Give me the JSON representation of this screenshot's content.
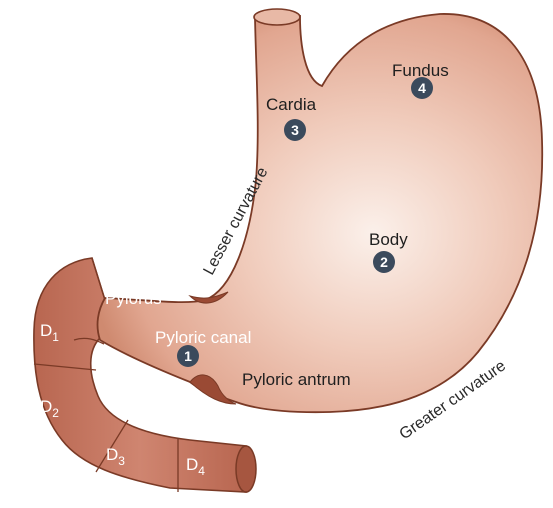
{
  "diagram": {
    "labels": {
      "fundus": "Fundus",
      "cardia": "Cardia",
      "body": "Body",
      "pylorus": "Pylorus",
      "pyloric_canal": "Pyloric canal",
      "pyloric_antrum": "Pyloric antrum",
      "lesser_curvature": "Lesser curvature",
      "greater_curvature": "Greater curvature"
    },
    "markers": {
      "m1": "1",
      "m2": "2",
      "m3": "3",
      "m4": "4"
    },
    "duodenum": {
      "d_letter": "D",
      "d1": "1",
      "d2": "2",
      "d3": "3",
      "d4": "4"
    },
    "colors": {
      "stomach_light": "#f8e6de",
      "stomach_mid": "#e3ab95",
      "stomach_edge": "#c98066",
      "duodenum": "#c57560",
      "outline": "#7a3a26",
      "marker": "#3b4a5c"
    }
  }
}
